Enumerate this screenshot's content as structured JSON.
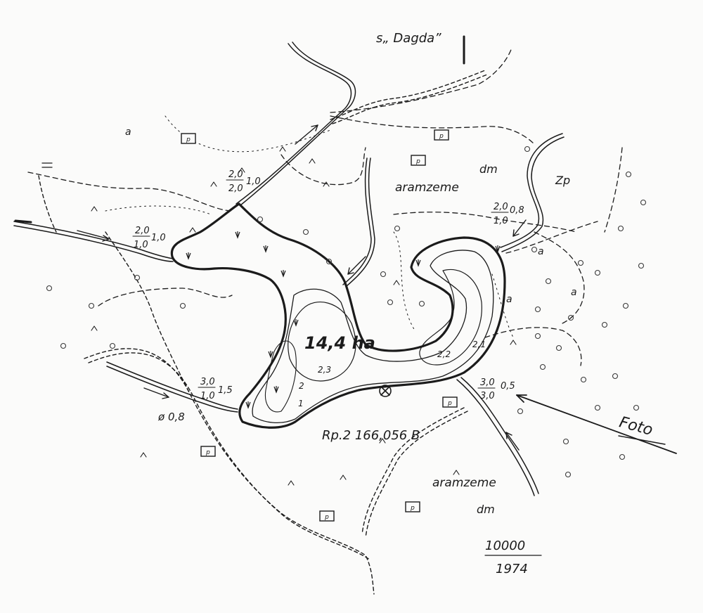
{
  "map": {
    "village_label": "s„ Dagda”",
    "area_label": "14,4 ha",
    "benchmark_label": "Rp.2  166,056  B",
    "land_use_labels": [
      {
        "id": "aramzeme-north",
        "text": "aramzeme"
      },
      {
        "id": "aramzeme-south",
        "text": "aramzeme"
      },
      {
        "id": "dm-north",
        "text": "dm"
      },
      {
        "id": "dm-south",
        "text": "dm"
      },
      {
        "id": "zp",
        "text": "Zp"
      }
    ],
    "photo_label": "Foto",
    "scale": "10000",
    "year": "1974",
    "diameter_label": "ø 0,8",
    "depth_labels": [
      "2,3",
      "2,2",
      "2",
      "1",
      "2,1"
    ],
    "small_labels": [
      "a",
      "a",
      "a",
      "a"
    ],
    "plot_marker_letter": "p",
    "watercourse_sections": [
      {
        "id": "nw-inflow",
        "numerator": "2,0",
        "denominator": "2,0",
        "extra": "1,0"
      },
      {
        "id": "w-inflow",
        "numerator": "2,0",
        "denominator": "1,0",
        "extra": "1,0"
      },
      {
        "id": "ne-inflow",
        "numerator": "2,0",
        "denominator": "1,0",
        "extra": "0,8"
      },
      {
        "id": "sw-inflow",
        "numerator": "3,0",
        "denominator": "1,0",
        "extra": "1,5"
      },
      {
        "id": "outflow",
        "numerator": "3,0",
        "denominator": "3,0",
        "extra": "0,5"
      }
    ],
    "colors": {
      "ink": "#1b1b1b",
      "paper": "#fbfbfa"
    }
  }
}
